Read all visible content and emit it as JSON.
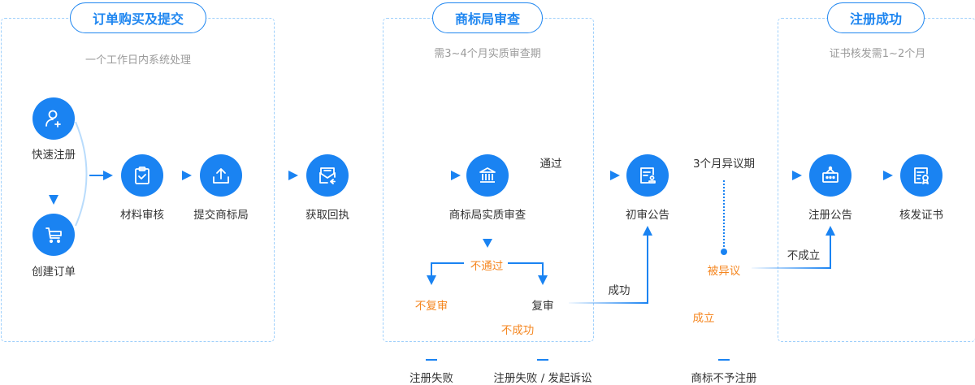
{
  "stages": [
    {
      "title": "订单购买及提交",
      "note": "一个工作日内系统处理"
    },
    {
      "title": "商标局审查",
      "note": "需3~4个月实质审查期"
    },
    {
      "title": "注册成功",
      "note": "证书核发需1~2个月"
    }
  ],
  "nodes": {
    "quick_register": {
      "label": "快速注册",
      "icon": "user-add-icon"
    },
    "create_order": {
      "label": "创建订单",
      "icon": "cart-icon"
    },
    "material_review": {
      "label": "材料审核",
      "icon": "clipboard-check-icon"
    },
    "submit_office": {
      "label": "提交商标局",
      "icon": "upload-icon"
    },
    "get_receipt": {
      "label": "获取回执",
      "icon": "mail-reply-icon"
    },
    "substantive_exam": {
      "label": "商标局实质审查",
      "icon": "bank-icon"
    },
    "preliminary_notice": {
      "label": "初审公告",
      "icon": "document-stamp-icon"
    },
    "registration_notice": {
      "label": "注册公告",
      "icon": "signboard-icon"
    },
    "issue_certificate": {
      "label": "核发证书",
      "icon": "certificate-icon"
    }
  },
  "edges": {
    "pass": "通过",
    "opposition_period": "3个月异议期",
    "fail": "不通过",
    "no_review": "不复审",
    "review": "复审",
    "success": "成功",
    "unsuccessful": "不成功",
    "opposed": "被异议",
    "not_established": "不成立",
    "established": "成立"
  },
  "outcomes": {
    "reg_failed": "注册失败",
    "reg_failed_or_sue": "注册失败 / 发起诉讼",
    "not_registered": "商标不予注册"
  },
  "colors": {
    "primary": "#1a83f2",
    "warning": "#f5861f",
    "dashed": "#9fd0fb"
  }
}
